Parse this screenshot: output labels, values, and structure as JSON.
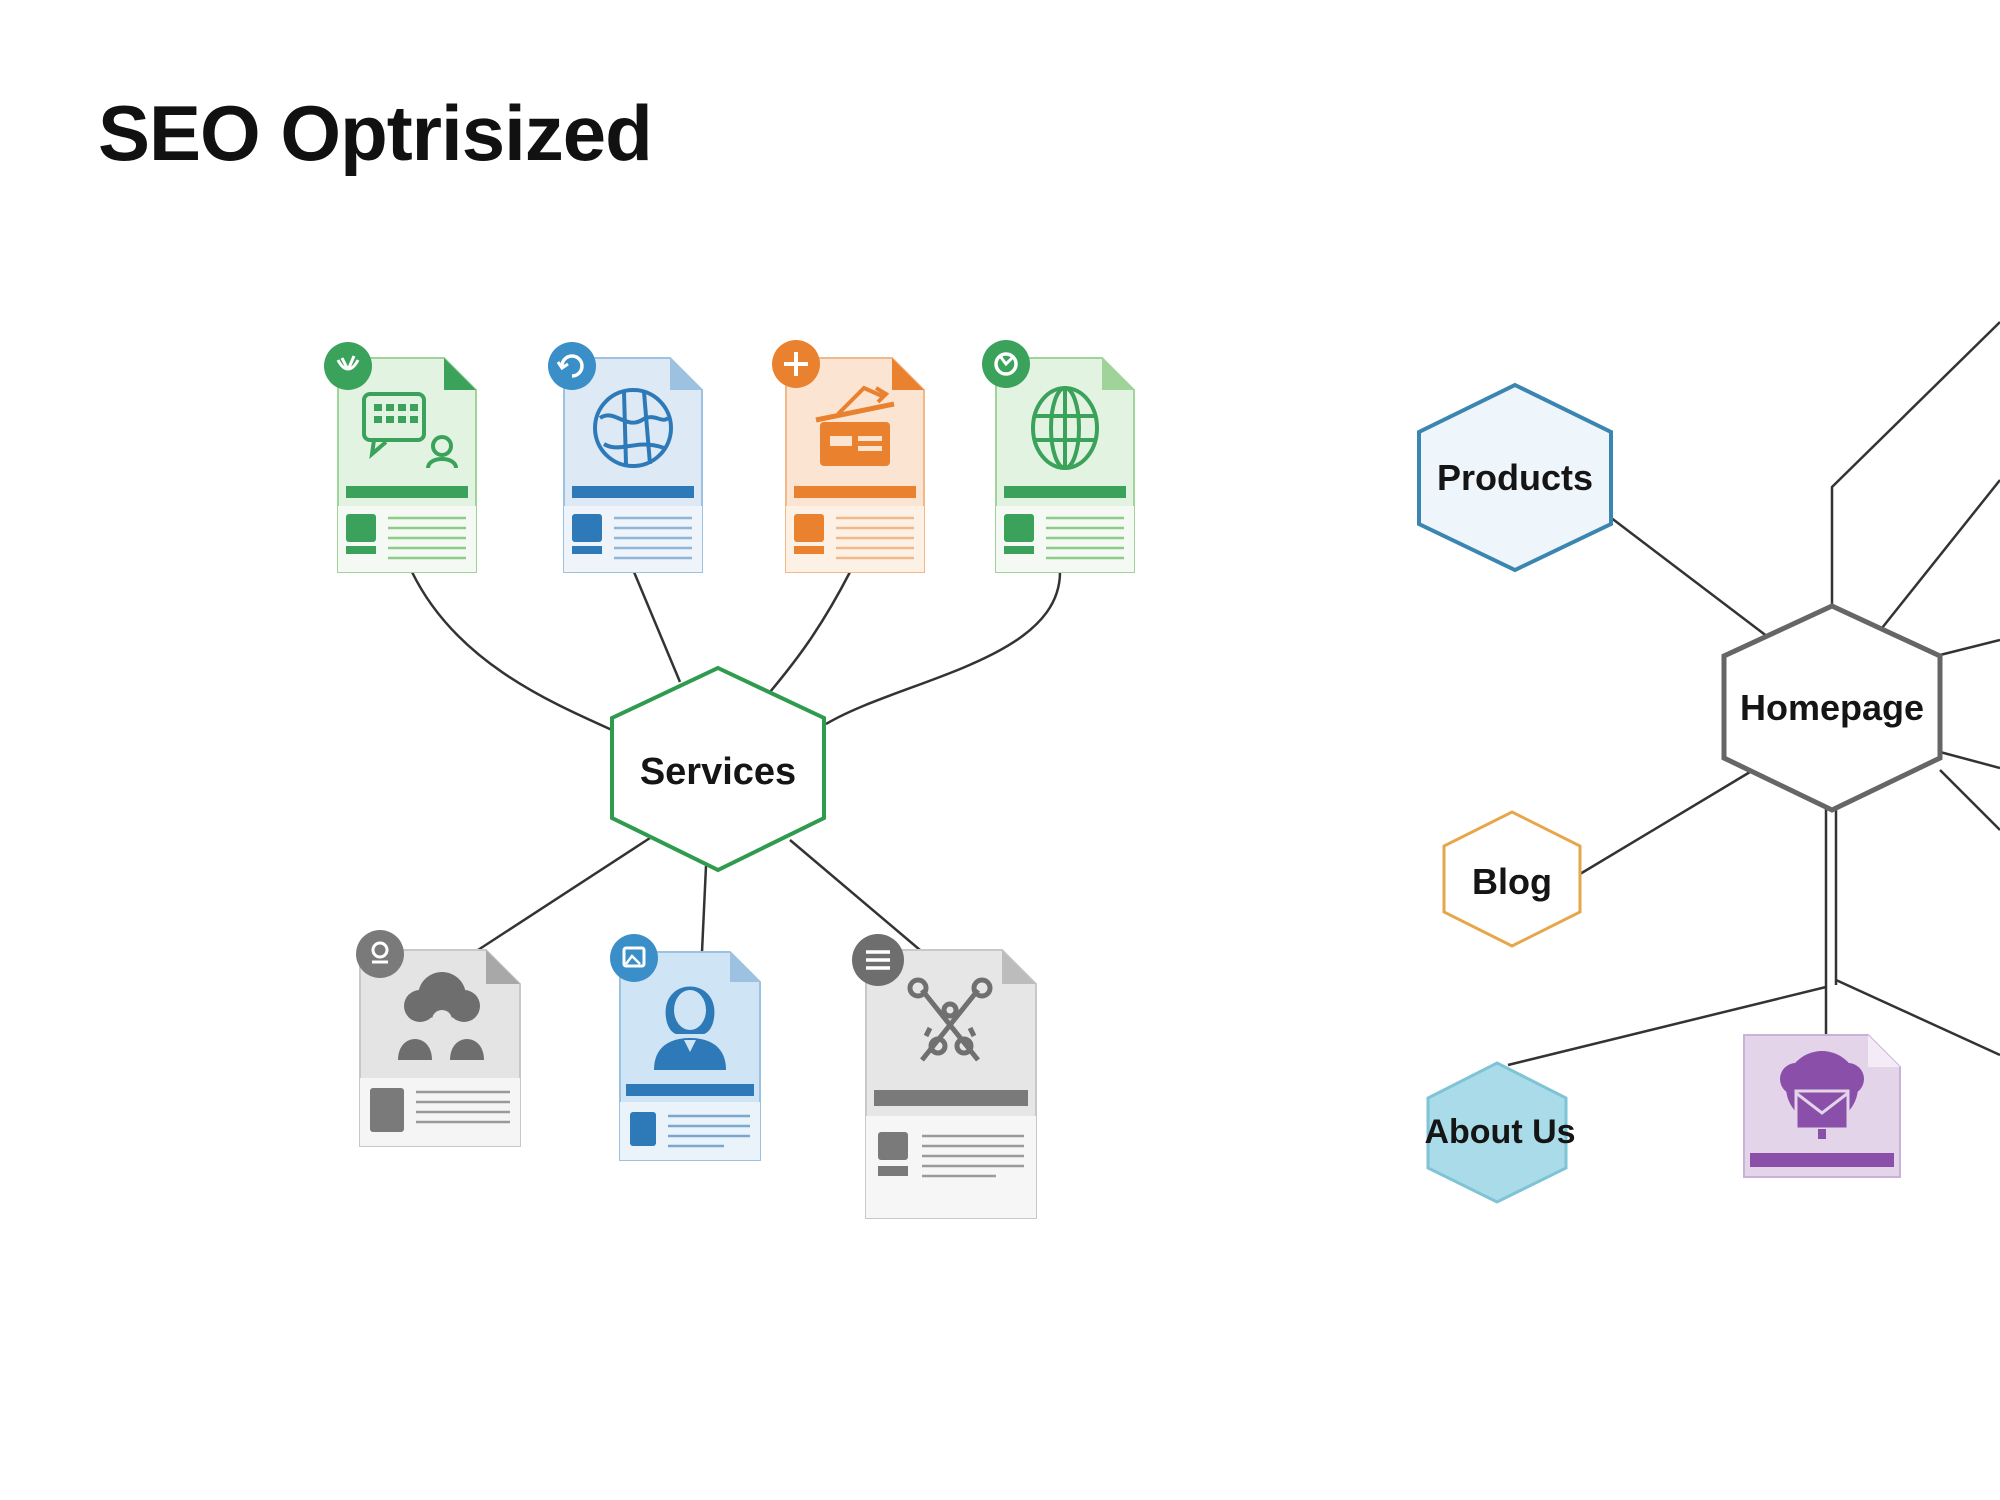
{
  "title": "SEO Optrisized",
  "nodes": {
    "services": {
      "label": "Services",
      "color": "#2e9b4e"
    },
    "products": {
      "label": "Products",
      "color": "#3a86b0"
    },
    "homepage": {
      "label": "Homepage",
      "color": "#666666"
    },
    "blog": {
      "label": "Blog",
      "color": "#e6a64a"
    },
    "about": {
      "label": "About Us",
      "color": "#7ec3d6"
    }
  },
  "colors": {
    "green": "#3aa25a",
    "blue": "#3a8fc8",
    "orange": "#e9812f",
    "gray": "#7a7a7a",
    "purple": "#8a4fa8",
    "line": "#333333"
  },
  "pages": [
    {
      "name": "service-page-green-card",
      "theme": "green",
      "icon": "calendar-user-icon",
      "badge": "leaf-icon"
    },
    {
      "name": "service-page-blue-card",
      "theme": "blue",
      "icon": "globe-map-icon",
      "badge": "refresh-icon"
    },
    {
      "name": "service-page-orange-card",
      "theme": "orange",
      "icon": "presentation-icon",
      "badge": "plus-icon"
    },
    {
      "name": "service-page-green-globe-card",
      "theme": "green",
      "icon": "globe-icon",
      "badge": "cycle-icon"
    },
    {
      "name": "team-page-card",
      "theme": "gray",
      "icon": "team-icon",
      "badge": "location-pin-icon"
    },
    {
      "name": "profile-page-card",
      "theme": "blue",
      "icon": "person-icon",
      "badge": "image-icon"
    },
    {
      "name": "tools-page-card",
      "theme": "gray",
      "icon": "tools-icon",
      "badge": "menu-icon"
    },
    {
      "name": "contact-page-card",
      "theme": "purple",
      "icon": "mail-icon",
      "badge": ""
    }
  ]
}
